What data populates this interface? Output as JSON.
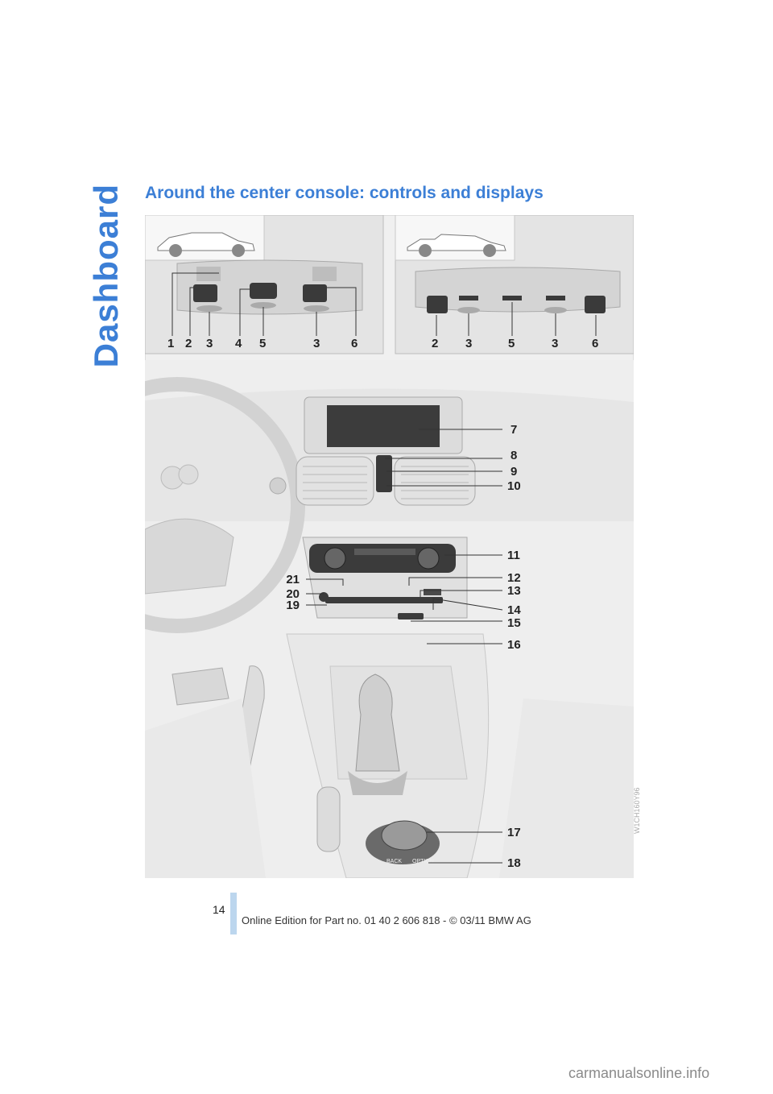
{
  "section_tab": "Dashboard",
  "heading": "Around the center console: controls and displays",
  "top_left_callouts": [
    "1",
    "2",
    "3",
    "4",
    "5",
    "3",
    "6"
  ],
  "top_right_callouts": [
    "2",
    "3",
    "5",
    "3",
    "6"
  ],
  "console_callouts_right": [
    "7",
    "8",
    "9",
    "10",
    "11",
    "12",
    "13",
    "14",
    "15",
    "16",
    "17",
    "18"
  ],
  "console_callouts_left": [
    "21",
    "20",
    "19"
  ],
  "controller_buttons": {
    "back": "BACK",
    "option": "OPTION"
  },
  "figure_code": "W1CH160Y96",
  "page_number": "14",
  "footer": "Online Edition for Part no. 01 40 2 606 818 - © 03/11 BMW AG",
  "watermark": "carmanualsonline.info"
}
